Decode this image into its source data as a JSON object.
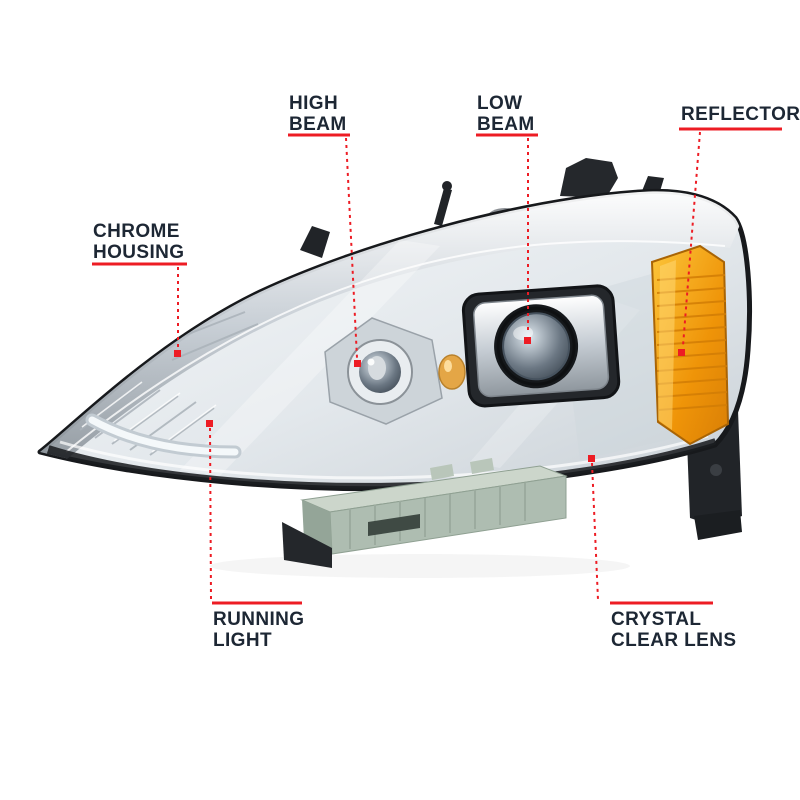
{
  "page": {
    "background": "#ffffff"
  },
  "diagram": {
    "subject": "Projector headlight assembly with part callouts",
    "accent_color": "#ed1c24",
    "label_color": "#1d2734",
    "amber_color": "#f09c12",
    "bracket_color": "#aebdb1"
  },
  "labels": {
    "high_beam": "HIGH\nBEAM",
    "low_beam": "LOW\nBEAM",
    "reflector": "REFLECTOR",
    "chrome_housing": "CHROME\nHOUSING",
    "running_light": "RUNNING\nLIGHT",
    "crystal_clear_lens": "CRYSTAL\nCLEAR LENS"
  }
}
